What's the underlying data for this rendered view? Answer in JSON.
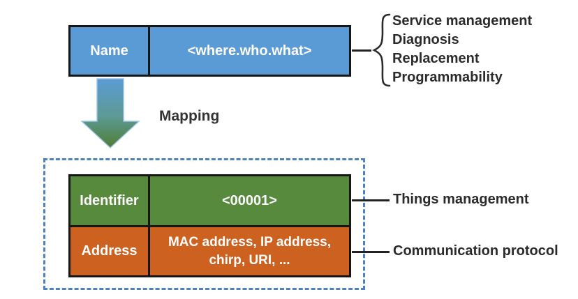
{
  "figure": {
    "top_box": {
      "label": "Name",
      "value": "<where.who.what>"
    },
    "name_purposes": [
      "Service management",
      "Diagnosis",
      "Replacement",
      "Programmability"
    ],
    "arrow_label": "Mapping",
    "bottom_rows": [
      {
        "label": "Identifier",
        "value": "<00001>",
        "annotation": "Things management"
      },
      {
        "label": "Address",
        "value": "MAC address, IP address, chirp, URI, ...",
        "annotation": "Communication protocol"
      }
    ]
  },
  "colors": {
    "box_blue": "#5b9bd5",
    "row_green": "#578a3d",
    "row_orange": "#cd6120",
    "dashed_border_blue": "#4e81bd",
    "arrow_gradient_top": "#5b9bd5",
    "arrow_gradient_bottom": "#4f7d33",
    "border_black": "#161616",
    "text_dark": "#2b2b2b"
  }
}
